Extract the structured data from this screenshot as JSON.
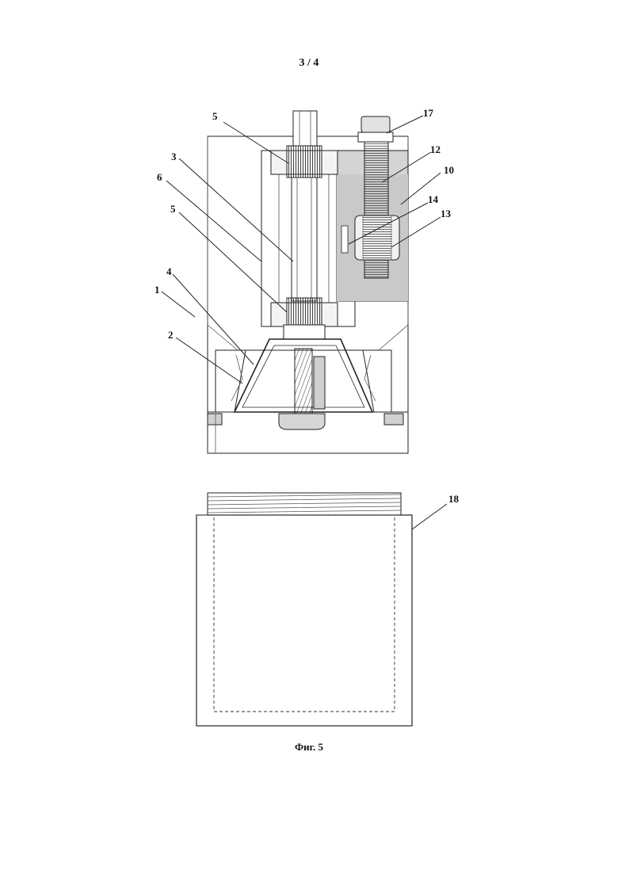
{
  "page": {
    "number": "3 / 4",
    "caption": "Фиг. 5"
  },
  "callouts": {
    "c1": "1",
    "c2": "2",
    "c3": "3",
    "c4": "4",
    "c5a": "5",
    "c5b": "5",
    "c6": "6",
    "c10": "10",
    "c12": "12",
    "c13": "13",
    "c14": "14",
    "c17": "17",
    "c18": "18"
  },
  "colors": {
    "line": "#222222",
    "fill_light": "#f2f2f2",
    "fill_gray": "#d4d4d4",
    "fill_mid": "#c8c8c8"
  }
}
